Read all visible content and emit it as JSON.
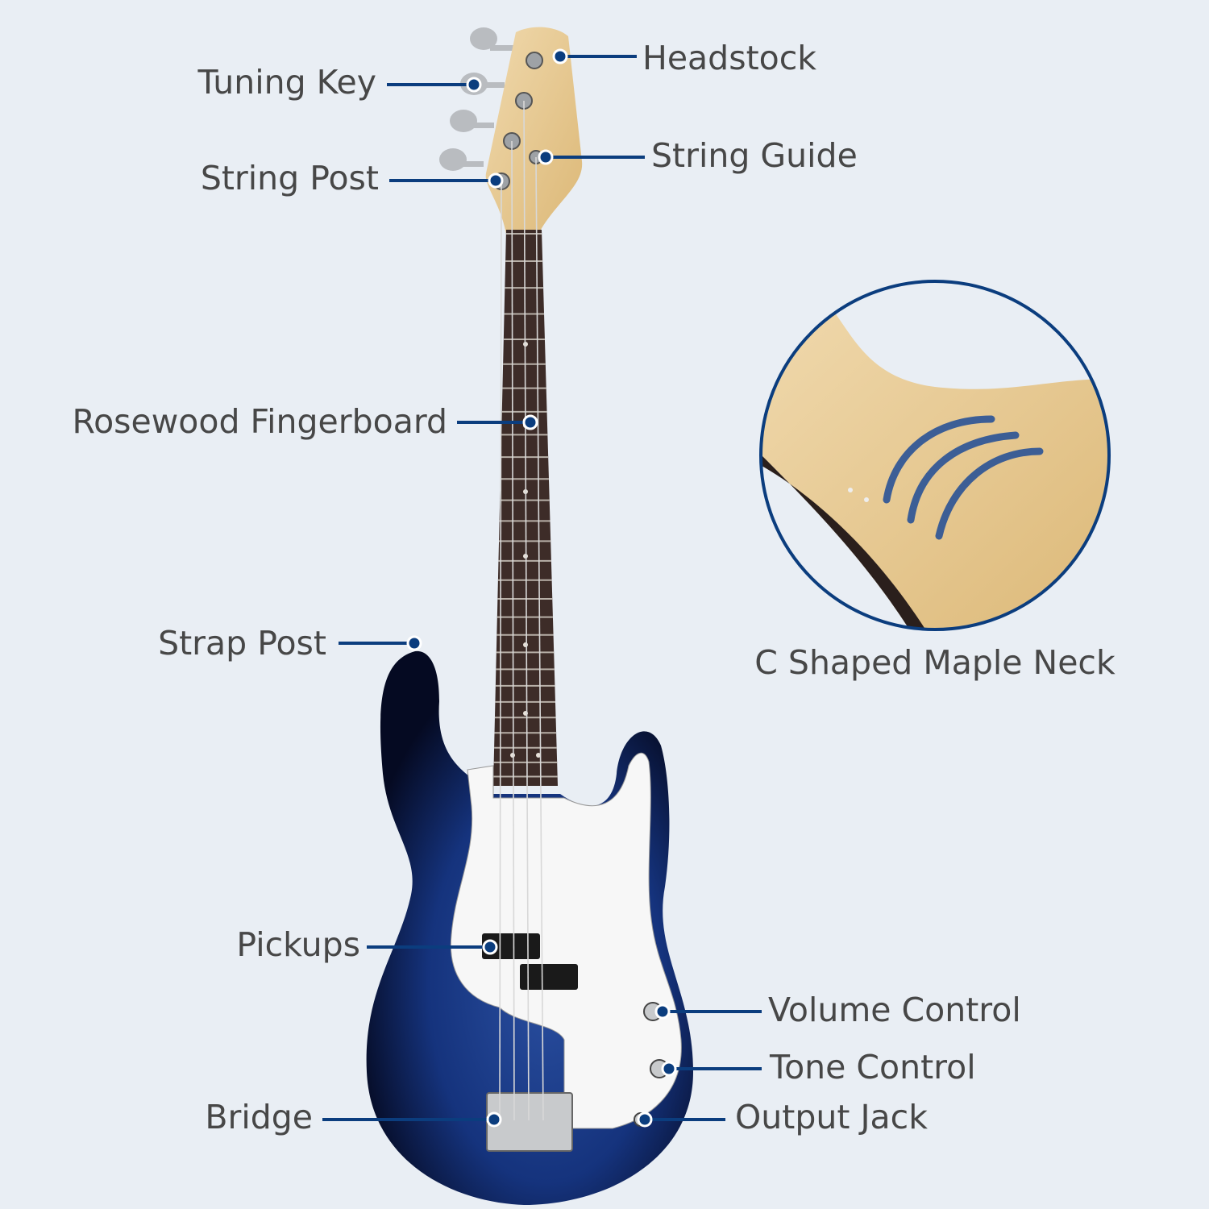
{
  "labels": {
    "headstock": "Headstock",
    "tuning_key": "Tuning Key",
    "string_guide": "String Guide",
    "string_post": "String Post",
    "fingerboard": "Rosewood Fingerboard",
    "strap_post": "Strap Post",
    "pickups": "Pickups",
    "volume_control": "Volume Control",
    "tone_control": "Tone Control",
    "bridge": "Bridge",
    "output_jack": "Output Jack",
    "neck_detail": "C Shaped Maple Neck"
  },
  "colors": {
    "background": "#e9eef4",
    "callout": "#0b3d7e",
    "text": "#474747",
    "body": "#0d2a6b",
    "maple": "#e6c996",
    "rosewood": "#3d2c28"
  }
}
